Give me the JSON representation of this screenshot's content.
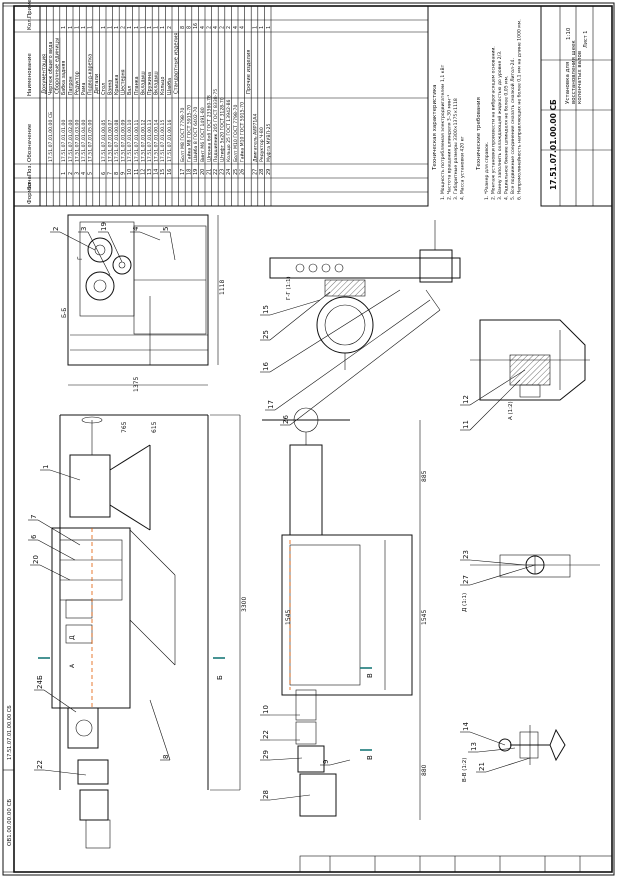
{
  "document": {
    "designation": "17.51.07.01.00.00 СБ",
    "frame_code": "ОВ1.00.00.00 СБ",
    "title_block": {
      "designation": "17.51.07.01.00.00 СБ",
      "name_line1": "Установка для",
      "name_line2": "восстановления шеек",
      "name_line3": "коленчатых валов",
      "scale": "1:10",
      "sheet_info": "Лист 1"
    }
  },
  "spec": {
    "headers": {
      "format": "Формат",
      "zone": "Зона",
      "pos": "Поз.",
      "designation": "Обозначение",
      "name": "Наименование",
      "qty": "Кол.",
      "note": "Приме-чание"
    },
    "sections": [
      {
        "title": "Документация",
        "rows": [
          {
            "pos": "",
            "designation": "17.51.07.01.00.00 СБ",
            "name": "Чертеж общего вида",
            "qty": ""
          }
        ]
      },
      {
        "title": "Сборочные единицы",
        "rows": [
          {
            "pos": "1",
            "designation": "17.51.07.01.01.00",
            "name": "Бабка задняя",
            "qty": "1"
          },
          {
            "pos": "2",
            "designation": "17.51.07.01.02.00",
            "name": "Патрон",
            "qty": "1"
          },
          {
            "pos": "3",
            "designation": "17.51.07.01.03.00",
            "name": "Редуктор",
            "qty": "1"
          },
          {
            "pos": "4",
            "designation": "17.51.07.01.04.00",
            "name": "Рама",
            "qty": "1"
          },
          {
            "pos": "5",
            "designation": "17.51.07.01.05.00",
            "name": "Подвод-каретка",
            "qty": "1"
          }
        ]
      },
      {
        "title": "Детали",
        "rows": [
          {
            "pos": "6",
            "designation": "17.51.07.01.00.05",
            "name": "Стол",
            "qty": "1"
          },
          {
            "pos": "7",
            "designation": "17.51.07.01.00.07",
            "name": "Ванна",
            "qty": "1"
          },
          {
            "pos": "8",
            "designation": "17.51.07.01.00.08",
            "name": "Крышка",
            "qty": "1"
          },
          {
            "pos": "9",
            "designation": "17.51.07.01.00.09",
            "name": "Шестерня",
            "qty": "2"
          },
          {
            "pos": "10",
            "designation": "17.51.07.01.00.10",
            "name": "Вал",
            "qty": "1"
          },
          {
            "pos": "11",
            "designation": "17.51.07.01.00.11",
            "name": "Планка",
            "qty": "1"
          },
          {
            "pos": "12",
            "designation": "17.51.07.01.00.12",
            "name": "Вкладыш",
            "qty": "1"
          },
          {
            "pos": "13",
            "designation": "17.51.07.01.00.13",
            "name": "Пружина",
            "qty": "1"
          },
          {
            "pos": "14",
            "designation": "17.51.07.01.00.14",
            "name": "Вкладыш",
            "qty": "1"
          },
          {
            "pos": "15",
            "designation": "17.51.07.01.00.15",
            "name": "Кольцо",
            "qty": "1"
          },
          {
            "pos": "16",
            "designation": "17.51.07.01.00.16",
            "name": "Шайба",
            "qty": "2"
          }
        ]
      },
      {
        "title": "Стандартные изделия",
        "rows": [
          {
            "pos": "17",
            "designation": "Болт М8 ГОСТ 7798-70",
            "name": "",
            "qty": "8"
          },
          {
            "pos": "18",
            "designation": "Гайка М8 ГОСТ 5915-70",
            "name": "",
            "qty": "8"
          },
          {
            "pos": "19",
            "designation": "Шайба 8 ГОСТ 6402-70",
            "name": "",
            "qty": "16"
          },
          {
            "pos": "20",
            "designation": "Винт М6 ГОСТ 1491-80",
            "name": "",
            "qty": "4"
          },
          {
            "pos": "21",
            "designation": "Шпонка 6х6 ГОСТ 23360-78",
            "name": "",
            "qty": "2"
          },
          {
            "pos": "22",
            "designation": "Подшипник 205 ГОСТ 8338-75",
            "name": "",
            "qty": "4"
          },
          {
            "pos": "23",
            "designation": "Штифт 5х20 ГОСТ 3128-70",
            "name": "",
            "qty": "2"
          },
          {
            "pos": "24",
            "designation": "Кольцо 25 ГОСТ 13942-86",
            "name": "",
            "qty": "2"
          },
          {
            "pos": "25",
            "designation": "Болт М10 ГОСТ 7798-70",
            "name": "",
            "qty": "4"
          },
          {
            "pos": "26",
            "designation": "Гайка М10 ГОСТ 5915-70",
            "name": "",
            "qty": "4"
          }
        ]
      },
      {
        "title": "Прочие изделия",
        "rows": [
          {
            "pos": "27",
            "designation": "Двигатель АИР71А4",
            "name": "",
            "qty": "1"
          },
          {
            "pos": "28",
            "designation": "Редуктор Ч-80",
            "name": "",
            "qty": "1"
          },
          {
            "pos": "29",
            "designation": "Муфта МУВП-25",
            "name": "",
            "qty": "1"
          }
        ]
      }
    ]
  },
  "tech": {
    "specs_title": "Техническая характеристика",
    "specs": [
      "1. Мощность потребляемая электродвигателем 1,1 кВт",
      "2. Частота вращения шпинделя 3–30 мин⁻¹",
      "3. Габаритные размеры 3300×1375×1118",
      "4. Масса установки 420 кг"
    ],
    "req_title": "Технические требования",
    "reqs": [
      "1. *Размер для справок.",
      "2. Монтаж установки произвести на виброгасящем основании.",
      "3. Ванну заполнить охлаждающей жидкостью до уровня 2/3.",
      "4. Радиальное биение шпинделя не более 0,05 мм.",
      "5. Все подвижные соединения смазать смазкой Литол-24.",
      "6. Непрямолинейность направляющих не более 0,1 мм на длине 1000 мм."
    ]
  },
  "views": {
    "labels": {
      "b_b_left": "Б",
      "b_b_right": "Б",
      "a_mark": "А",
      "d_mark": "Д",
      "v_mark_top": "В",
      "v_mark_bottom": "В",
      "g_mark": "Г",
      "view_b": "Б-Б",
      "view_g": "Г-Г (1:1)",
      "view_a": "А (1:2)",
      "view_d": "Д (1:1)",
      "view_v": "В-В (1:2)"
    },
    "dimensions": {
      "total_length": "3300",
      "height_1375": "1375",
      "width_1118": "1118",
      "d_765": "765",
      "d_615": "615",
      "d_885": "885",
      "d_1545a": "1545",
      "d_1545b": "1545",
      "d_880": "880"
    },
    "leaders": [
      "1",
      "7",
      "6",
      "20",
      "24",
      "22",
      "8",
      "2",
      "3",
      "19",
      "4",
      "5",
      "10",
      "22",
      "29",
      "28",
      "9",
      "15",
      "25",
      "16",
      "17",
      "26",
      "11",
      "12",
      "23",
      "27",
      "14",
      "13",
      "21"
    ]
  }
}
